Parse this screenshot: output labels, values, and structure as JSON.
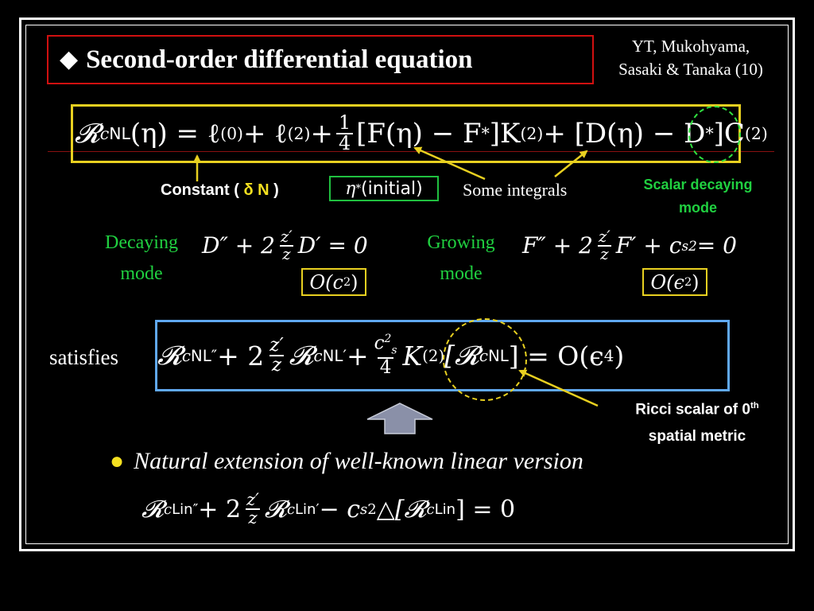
{
  "slide": {
    "title": "Second-order differential equation",
    "title_bullet": "◆",
    "reference_line1": "YT, Mukohyama,",
    "reference_line2": "Sasaki & Tanaka (10)"
  },
  "main_equation": {
    "lhs": "𝓡",
    "lhs_sub": "c",
    "lhs_sup": "NL",
    "arg": "(η) = ℓ",
    "l0_sup": "(0)",
    "plus1": " + ℓ",
    "l2_sup": "(2)",
    "plus2": " + ",
    "frac_num": "1",
    "frac_den": "4",
    "bracket1": "[F(η) − F",
    "fstar_sub": "*",
    "bracket1_end": "]K",
    "k2_sup": "(2)",
    "plus3": " + [D(η) − D",
    "dstar_sub": "*",
    "bracket2_end": "]C",
    "c2_sup": "(2)"
  },
  "annotations": {
    "constant_prefix": "Constant (",
    "delta_n": "δ N",
    "constant_suffix": ")",
    "eta_star": "η",
    "eta_sub": "*",
    "initial": " (initial)",
    "some_integrals": "Some integrals",
    "scalar_decaying_line1": "Scalar decaying",
    "scalar_decaying_line2": "mode"
  },
  "decaying": {
    "label_line1": "Decaying",
    "label_line2": "mode",
    "eq_left": "D″ + 2",
    "frac_num": "z′",
    "frac_den": "z",
    "eq_right": "D′ = 0",
    "order": "O(c",
    "order_sup": "2",
    "order_end": ")"
  },
  "growing": {
    "label_line1": "Growing",
    "label_line2": "mode",
    "eq_left": "F″ + 2",
    "frac_num": "z′",
    "frac_den": "z",
    "eq_right": "F′ + c",
    "cs_sub": "s",
    "cs_sup": "2",
    "eq_end": " = 0",
    "order": "O(ϵ",
    "order_sup": "2",
    "order_end": ")"
  },
  "satisfies_eq": {
    "label": "satisfies",
    "r1": "𝓡",
    "r1_sub": "c",
    "r1_sup": "NL″",
    "plus1": " + 2",
    "frac_num": "z′",
    "frac_den": "z",
    "r2": "𝓡",
    "r2_sub": "c",
    "r2_sup": "NL′",
    "plus2": " + ",
    "cs_num": "c",
    "cs_num_sup": "2",
    "cs_num_sub": "s",
    "cs_den": "4",
    "k": "K",
    "k_sup": "(2)",
    "bracket": "[𝓡",
    "r3_sub": "c",
    "r3_sup": "NL",
    "rhs": "] = O(ϵ",
    "rhs_sup": "4",
    "rhs_end": ")"
  },
  "ricci": {
    "line1": "Ricci scalar of 0",
    "line1_sup": "th",
    "line2": "spatial metric"
  },
  "extension": {
    "bullet": "●",
    "text": "Natural extension of well-known linear version"
  },
  "linear_eq": {
    "r1": "𝓡",
    "r1_sub": "c",
    "r1_sup": "Lin″",
    "plus1": " + 2",
    "frac_num": "z′",
    "frac_den": "z",
    "r2": "𝓡",
    "r2_sub": "c",
    "r2_sup": "Lin′",
    "minus": " − c",
    "cs_sub": "s",
    "cs_sup": "2",
    "delta": " △[𝓡",
    "r3_sub": "c",
    "r3_sup": "Lin",
    "end": "] = 0"
  },
  "colors": {
    "title_border": "#d01010",
    "equation_box": "#e8d020",
    "satisfies_box": "#60a8f0",
    "green_label": "#20d040",
    "yellow_label": "#f4e020"
  }
}
